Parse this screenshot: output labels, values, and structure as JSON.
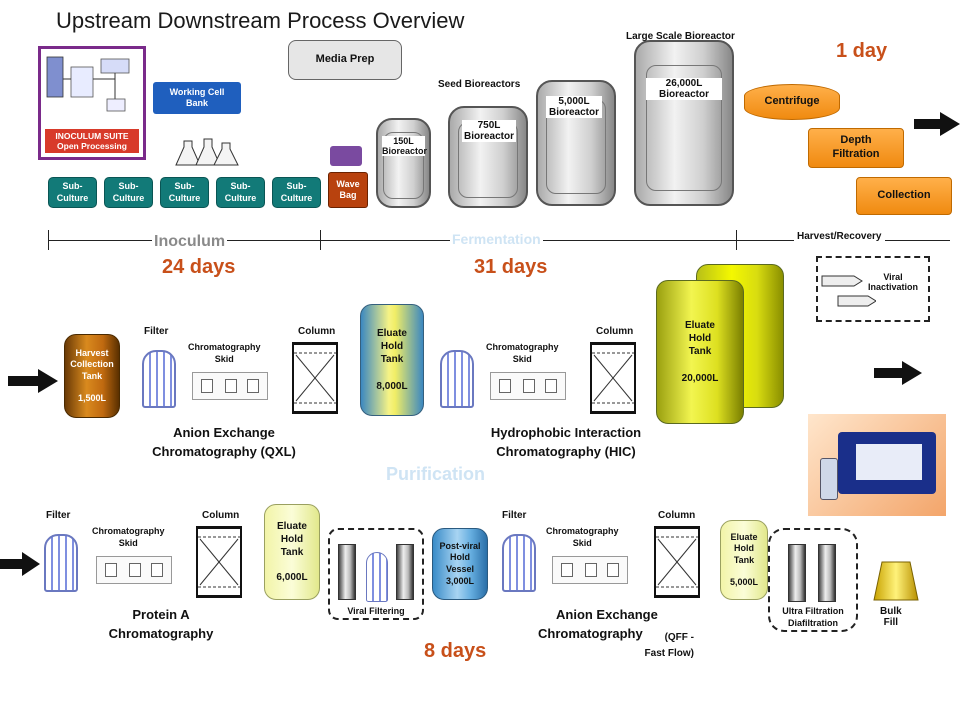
{
  "title": "Upstream Downstream Process Overview",
  "colors": {
    "teal": "#127a78",
    "orange": "#f08a10",
    "days": "#c8501a",
    "eluate_yellow": "#f3f58a",
    "faded_label": "#cfe4f4"
  },
  "upstream": {
    "inoculum_suite_label": "INOCULUM SUITE\nOpen Processing",
    "media_prep": "Media Prep",
    "working_cell_bank": "Working Cell\nBank",
    "sub_culture": "Sub-\nCulture",
    "wave_bag": "Wave\nBag",
    "seed_bioreactors": "Seed Bioreactors",
    "large_scale_bioreactor": "Large Scale Bioreactor",
    "bioreactor_150": "150L\nBioreactor",
    "bioreactor_750": "750L\nBioreactor",
    "bioreactor_5000": "5,000L\nBioreactor",
    "bioreactor_26000": "26,000L\nBioreactor",
    "centrifuge": "Centrifuge",
    "depth_filtration": "Depth\nFiltration",
    "collection": "Collection",
    "one_day": "1 day",
    "inoculum": "Inoculum",
    "fermentation": "Fermentation",
    "harvest_recovery": "Harvest/Recovery",
    "days_24": "24 days",
    "days_31": "31 days"
  },
  "purification": {
    "harvest_tank": "Harvest\nCollection\nTank",
    "harvest_tank_vol": "1,500L",
    "filter": "Filter",
    "chromatography_skid": "Chromatography\nSkid",
    "column": "Column",
    "eluate_hold_tank": "Eluate\nHold\nTank",
    "eluate_8000": "8,000L",
    "eluate_20000": "20,000L",
    "viral_inactivation": "Viral\nInactivation",
    "anion_exchange_qxl": "Anion Exchange\nChromatography (QXL)",
    "hic": "Hydrophobic Interaction\nChromatography (HIC)",
    "purification": "Purification"
  },
  "final": {
    "filter": "Filter",
    "chromatography_skid": "Chromatography\nSkid",
    "column": "Column",
    "eluate_hold_tank": "Eluate\nHold\nTank",
    "eluate_6000": "6,000L",
    "eluate_5000": "5,000L",
    "viral_filtering": "Viral Filtering",
    "post_viral": "Post-viral\nHold\nVessel\n3,000L",
    "protein_a": "Protein A\nChromatography",
    "anion_exchange_qff_1": "Anion Exchange",
    "anion_exchange_qff_2": "Chromatography",
    "qff_note": "(QFF -\nFast Flow)",
    "ultra_filtration": "Ultra Filtration\nDiafiltration",
    "bulk_fill": "Bulk\nFill",
    "days_8": "8 days"
  },
  "icons": [
    "arrow-right-icon",
    "filter-icon",
    "column-icon",
    "bioreactor-icon",
    "tank-icon",
    "skid-icon"
  ]
}
